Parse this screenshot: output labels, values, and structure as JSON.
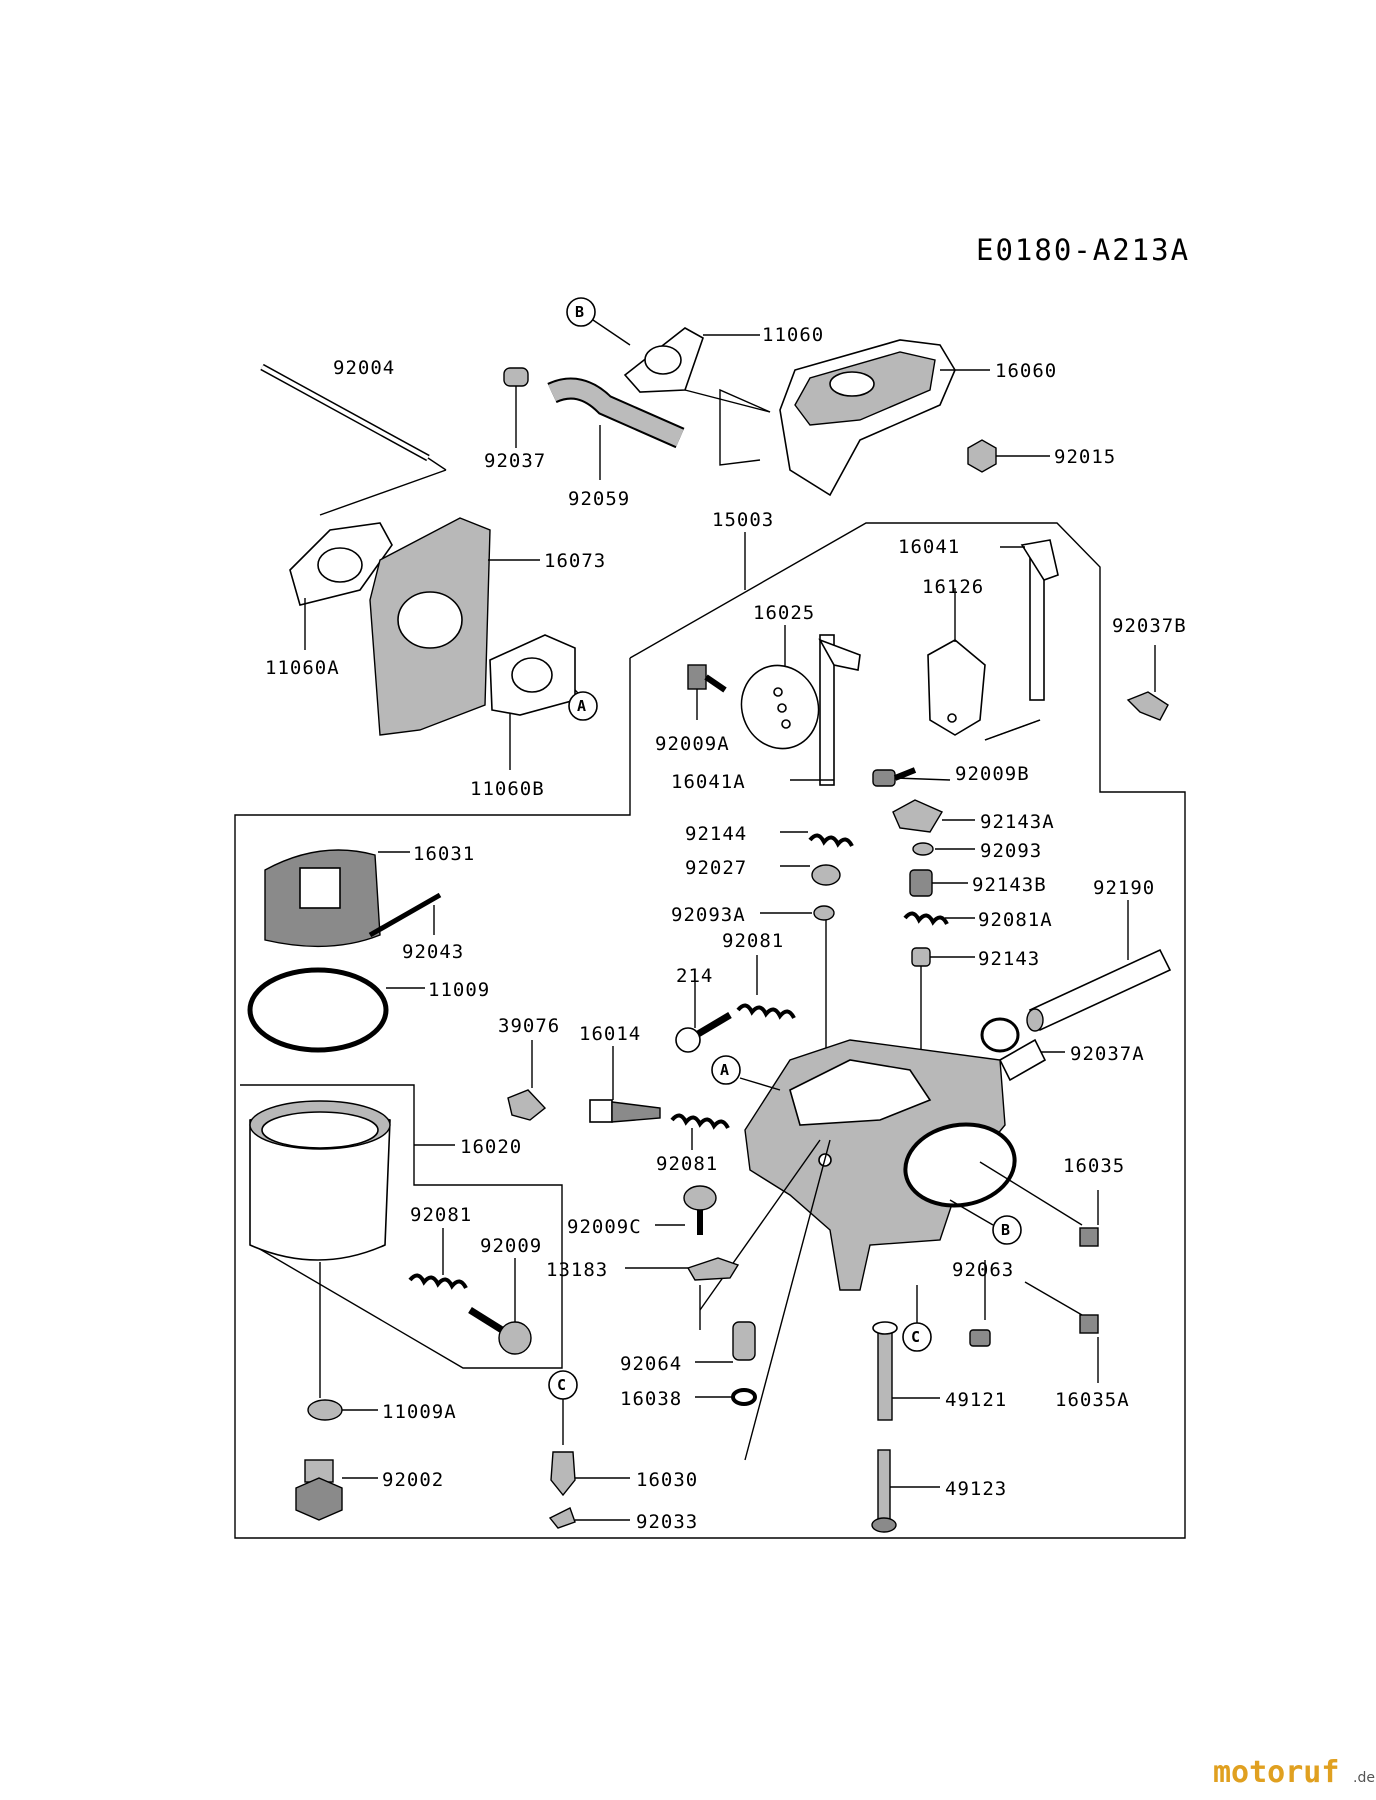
{
  "diagram": {
    "code": "E0180-A213A",
    "watermark": {
      "text": "motoruf",
      "suffix": ".de"
    },
    "callouts": {
      "A": "A",
      "B": "B",
      "C": "C"
    },
    "parts": {
      "p11060": "11060",
      "p16060": "16060",
      "p92004": "92004",
      "p92037": "92037",
      "p92015": "92015",
      "p92059": "92059",
      "p15003": "15003",
      "p16073": "16073",
      "p16041": "16041",
      "p16126": "16126",
      "p16025": "16025",
      "p92037B": "92037B",
      "p11060A": "11060A",
      "p92009A": "92009A",
      "p92009B": "92009B",
      "p11060B": "11060B",
      "p16041A": "16041A",
      "p92143A": "92143A",
      "p92144": "92144",
      "p16031": "16031",
      "p92093": "92093",
      "p92027": "92027",
      "p92143B": "92143B",
      "p92190": "92190",
      "p92043": "92043",
      "p92093A": "92093A",
      "p92081A": "92081A",
      "p92081_top": "92081",
      "p92143": "92143",
      "p11009": "11009",
      "p214": "214",
      "p39076": "39076",
      "p16014": "16014",
      "p92037A": "92037A",
      "p16020": "16020",
      "p92081_mid": "92081",
      "p16035": "16035",
      "p92081_low": "92081",
      "p92009": "92009",
      "p92009C": "92009C",
      "p13183": "13183",
      "p92063": "92063",
      "p92064": "92064",
      "p16038": "16038",
      "p49121": "49121",
      "p16035A": "16035A",
      "p11009A": "11009A",
      "p16030": "16030",
      "p92002": "92002",
      "p49123": "49123",
      "p92033": "92033"
    }
  }
}
